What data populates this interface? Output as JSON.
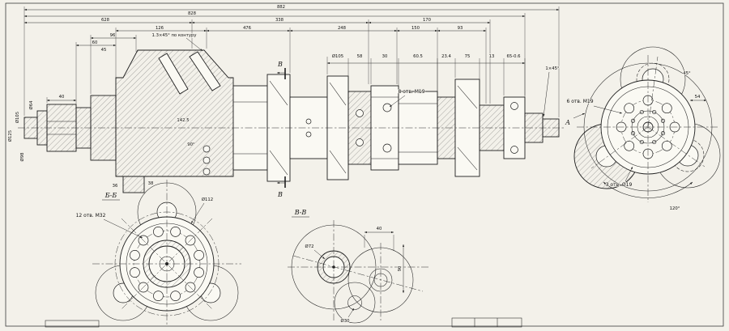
{
  "sheet": {
    "paper": "#f3f1ea",
    "ink": "#1f1f1f"
  },
  "labels": {
    "section_mark_v": "В",
    "view_a": "А",
    "section_bb_title": "Б-Б",
    "section_vv_title": "В-В",
    "holes_main": "8 отв. М19",
    "holes_end": "6 отв. М19",
    "holes_end2": "3 отв. Ø19",
    "holes_bb": "12 отв. М32",
    "chamfer_note": "1.3×45° по контуру",
    "chamfer_right": "1×45°"
  },
  "dims": {
    "overall": "882",
    "l828": "828",
    "l628": "628",
    "l338": "338",
    "l170": "170",
    "l126": "126",
    "l476": "476",
    "l248": "248",
    "l150": "150",
    "l93": "93",
    "l96": "96",
    "l60": "60",
    "l45": "45",
    "l40": "40",
    "d105": "Ø105",
    "m58": "58",
    "m30": "30",
    "m605": "60.5",
    "m234": "23.4",
    "m75": "75",
    "m13": "13",
    "m65": "65-0.6",
    "left1": "Ø125",
    "left2": "Ø105",
    "left3": "Ø98",
    "left4": "Ø64",
    "b1425": "142.5",
    "b90": "90°",
    "s36": "36",
    "s38": "38",
    "bb_d": "Ø112",
    "vv_d72": "Ø72",
    "vv_d30": "Ø30",
    "vv_40": "40",
    "vv_90": "90",
    "end_54": "54",
    "end_120": "120°",
    "end_45": "45°"
  }
}
